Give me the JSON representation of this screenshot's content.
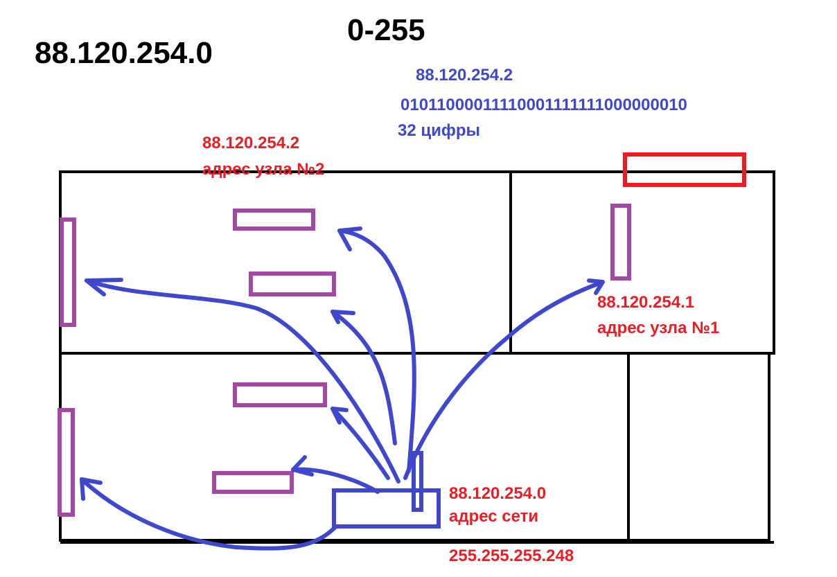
{
  "texts": {
    "network_heading": "88.120.254.0",
    "range_heading": "0-255",
    "blue_address": "88.120.254.2",
    "binary_address": "01011000011110001111111000000010",
    "digits_note": "32 цифры",
    "node2_address": "88.120.254.2",
    "node2_caption": "адрес узла №2",
    "node1_address": "88.120.254.1",
    "node1_caption": "адрес узла №1",
    "network_address": "88.120.254.0",
    "network_caption": "адрес сети",
    "subnet_mask": "255.255.255.248"
  },
  "colors": {
    "walls": "#000000",
    "device": "#a349a4",
    "router": "#3f47cc",
    "highlight": "#ec1c24",
    "arrows": "#3f47cc"
  }
}
